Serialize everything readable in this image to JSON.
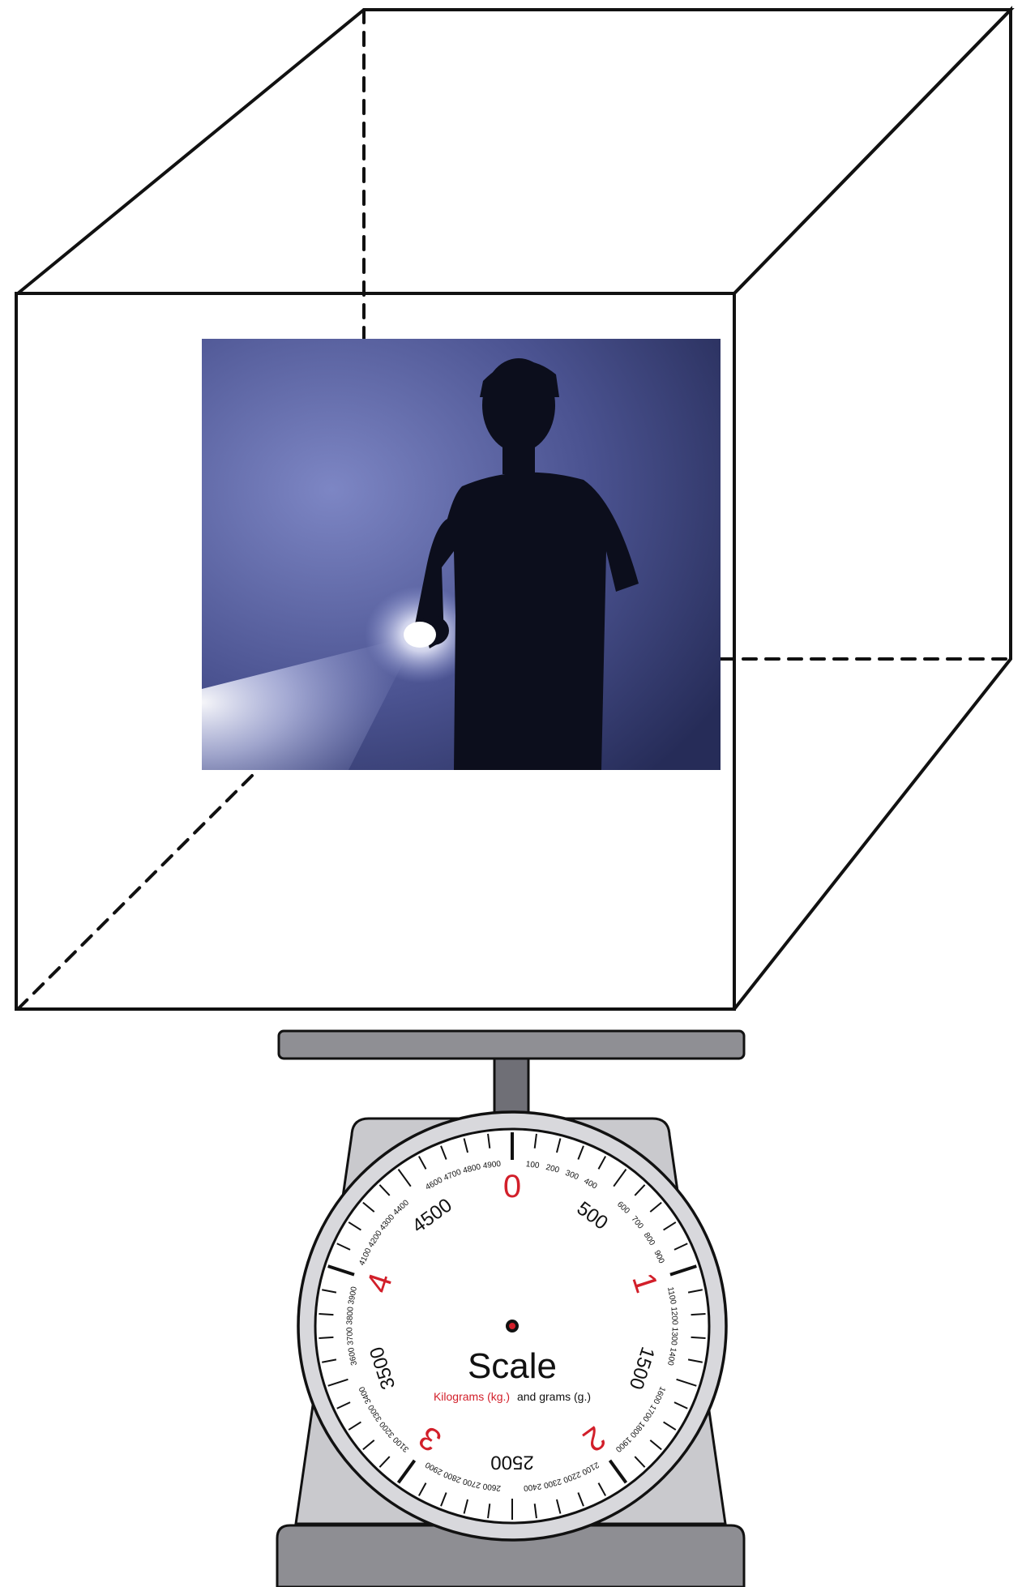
{
  "scene": {
    "photo": {
      "subject": "person holding flashlight in dark",
      "colors": {
        "bg_light": "#6f78b8",
        "bg_dark": "#232a55",
        "silhouette": "#0b0d1a",
        "beam": "#e9ecff"
      }
    }
  },
  "scale": {
    "title": "Scale",
    "subtitle_units_red": "Kilograms (kg.)",
    "subtitle_units_black": "and grams (g.)",
    "kg_labels": [
      "0",
      "1",
      "2",
      "3",
      "4"
    ],
    "major_gram_labels": [
      "500",
      "1500",
      "2500",
      "3500",
      "4500"
    ],
    "minor_gram_labels": [
      "100",
      "200",
      "300",
      "400",
      "600",
      "700",
      "800",
      "900",
      "1100",
      "1200",
      "1300",
      "1400",
      "1600",
      "1700",
      "1800",
      "1900",
      "2100",
      "2200",
      "2300",
      "2400",
      "2600",
      "2700",
      "2800",
      "2900",
      "3100",
      "3200",
      "3300",
      "3400",
      "3600",
      "3700",
      "3800",
      "3900",
      "4100",
      "4200",
      "4300",
      "4400",
      "4600",
      "4700",
      "4800",
      "4900"
    ],
    "colors": {
      "accent": "#d21f2a",
      "body": "#c8c8cc",
      "pan": "#8f8f94",
      "stem": "#6e6e75",
      "ink": "#111111"
    }
  }
}
